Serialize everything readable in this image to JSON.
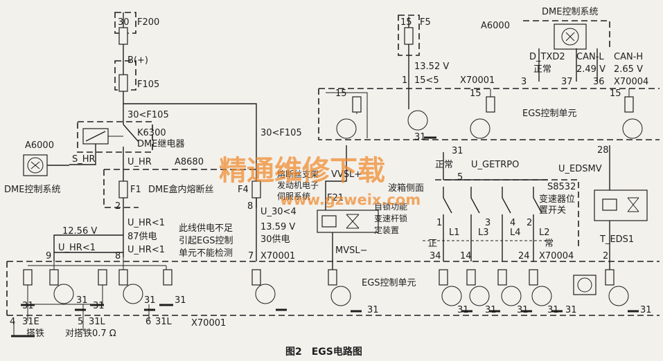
{
  "labels": {
    "f200_num": "30",
    "f200": "F200",
    "bplus": "B(+)",
    "f105": "F105",
    "f105_30": "30<F105",
    "f105_30b": "30<F105",
    "k6300": "K6300",
    "dme_relay": "DME继电器",
    "s_hr": "S_HR",
    "u_hr": "U_HR",
    "a8680": "A8680",
    "a6000_left": "A6000",
    "dme_sys_left": "DME控制系统",
    "f1": "F1",
    "dme_fuse_box": "DME盒内熔断丝",
    "f4": "F4",
    "pin2": "2",
    "pin8_fuse": "8",
    "u_hr_lt1_a": "U_HR<1",
    "v1256": "12.56 V",
    "supply87": "87供电",
    "u_hr_lt1_b": "U_HR<1",
    "u_hr_lt1_c": "U_HR<1",
    "pin9": "9",
    "pin8": "8",
    "note1": "此线供电不足",
    "note2": "引起EGS控制",
    "note3": "单元不能检测",
    "u30_lt4": "U_30<4",
    "v1359": "13.59 V",
    "supply30": "30供电",
    "pin7": "7",
    "x70001_mid": "X70001",
    "g31_1": "31",
    "g31_2": "31",
    "g31_3": "31",
    "g31_4": "31",
    "g31_5": "31",
    "pin4": "4",
    "e31": "31E",
    "pin5": "5",
    "l31": "31L",
    "pin6": "6",
    "l31b": "31L",
    "x70001_bottom": "X70001",
    "ground": "搭铁",
    "ground_res": "对搭铁0.7 Ω",
    "f5_num": "15",
    "f5": "F5",
    "v1352": "13.52 V",
    "pin1_top": "1",
    "u15_lt5": "15<5",
    "x70001_top": "X70001",
    "v15_a": "15",
    "v15_b": "15",
    "v15_c": "15",
    "g31_top": "31",
    "egs_unit_top": "EGS控制单元",
    "fuse_support_1": "熔断丝支架",
    "fuse_support_2": "发动机电子",
    "fuse_support_3": "伺服系统",
    "f21": "F21",
    "vvsl": "VVSL+",
    "lock_1": "自锁功能",
    "lock_2": "变速杆锁",
    "lock_3": "定装置",
    "mvsl": "MVSL−",
    "dme_sys_top": "DME控制系统",
    "a6000_top": "A6000",
    "d_txd2": "D_TXD2",
    "can_l": "CAN-L",
    "can_h": "CAN-H",
    "normal_top": "正常",
    "v249": "2.49 V",
    "v265": "2.65 V",
    "pin3": "3",
    "pin37": "37",
    "pin36": "36",
    "x70004_top": "X70004",
    "pin31_mid": "31",
    "normal_mid": "正常",
    "u_getrpo": "U_GETRPO",
    "pin5_mid": "5",
    "gearbox_side": "波箱侧面",
    "s8532": "S8532",
    "gear_switch_1": "变速器位",
    "gear_switch_2": "置开关",
    "pin28": "28",
    "u_edsmv": "U_EDSMV",
    "pin1_sw": "1",
    "pin3_sw": "3",
    "pin4_sw": "4",
    "pin2_sw": "2",
    "l1": "L1",
    "l3": "L3",
    "l4": "L4",
    "l2": "L2",
    "zheng": "正",
    "chang": "常",
    "pin34": "34",
    "pin14": "14",
    "pin24": "24",
    "x70004_bottom": "X70004",
    "pin2_eds": "2",
    "t_eds1": "T_EDS1",
    "egs_unit_bottom": "EGS控制单元",
    "g31_b1": "31",
    "g31_b2": "31",
    "g31_b3": "31",
    "g31_b4": "31",
    "g31_b5": "31",
    "g31_b6": "31",
    "g31_b7": "31",
    "watermark_1": "精通维修下载",
    "watermark_2": "www.gzweix.com",
    "caption": "图2　EGS电路图"
  }
}
